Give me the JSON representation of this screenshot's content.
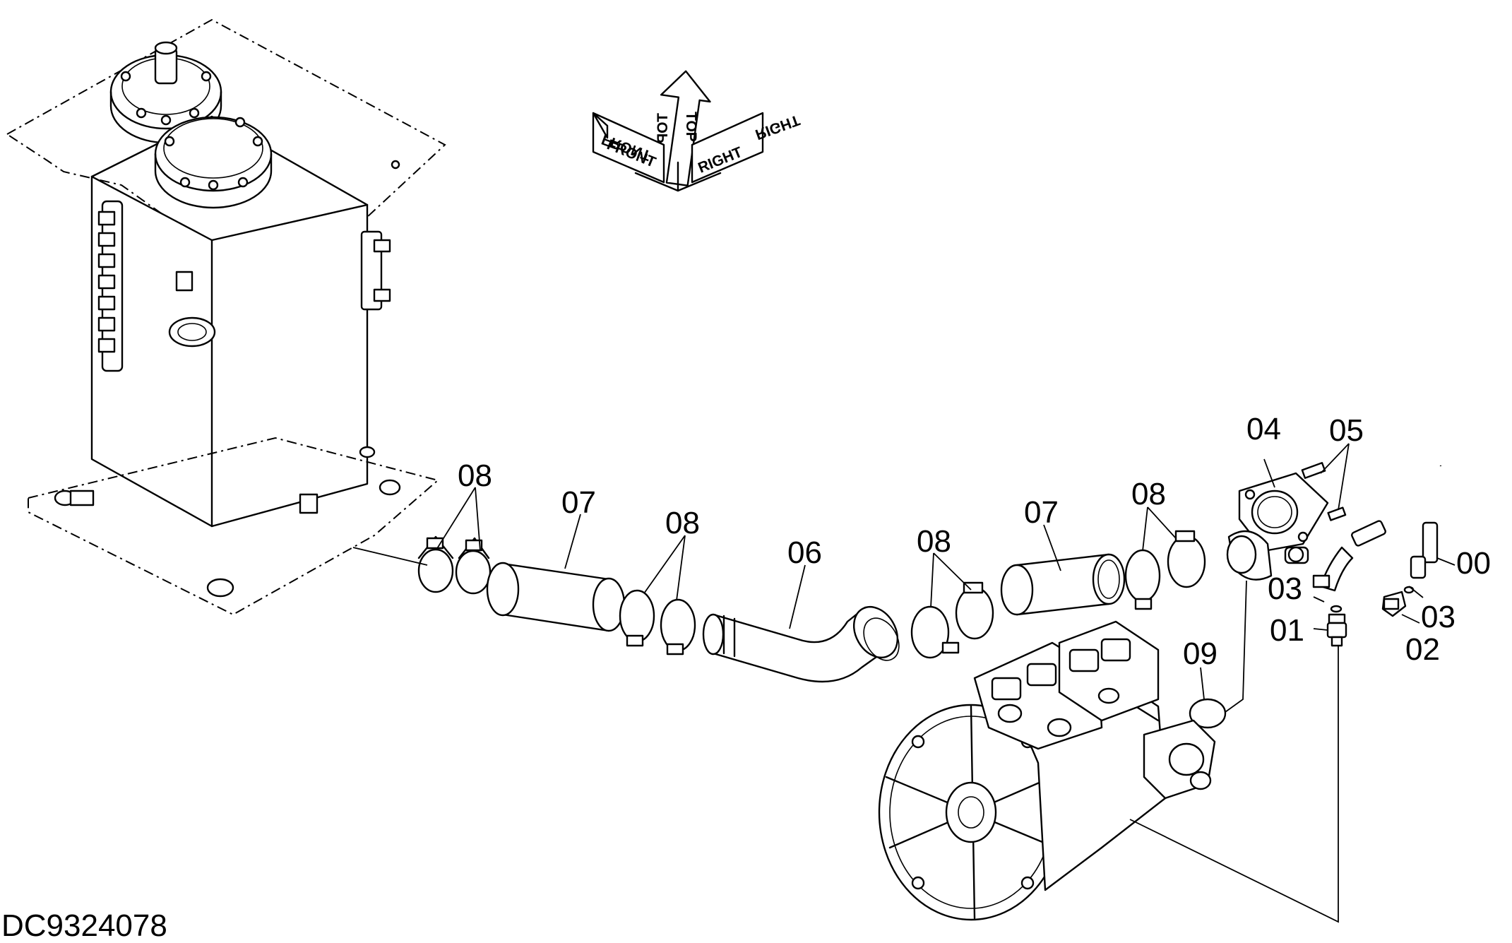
{
  "drawing_id": "DC9324078",
  "orientation_arrow": {
    "front": "FRONT",
    "top": "TOP",
    "right": "RIGHT"
  },
  "callouts": {
    "c00": "00",
    "c01": "01",
    "c02": "02",
    "c03a": "03",
    "c03b": "03",
    "c04": "04",
    "c05": "05",
    "c06": "06",
    "c07a": "07",
    "c07b": "07",
    "c08a": "08",
    "c08b": "08",
    "c08c": "08",
    "c08d": "08",
    "c09": "09"
  }
}
